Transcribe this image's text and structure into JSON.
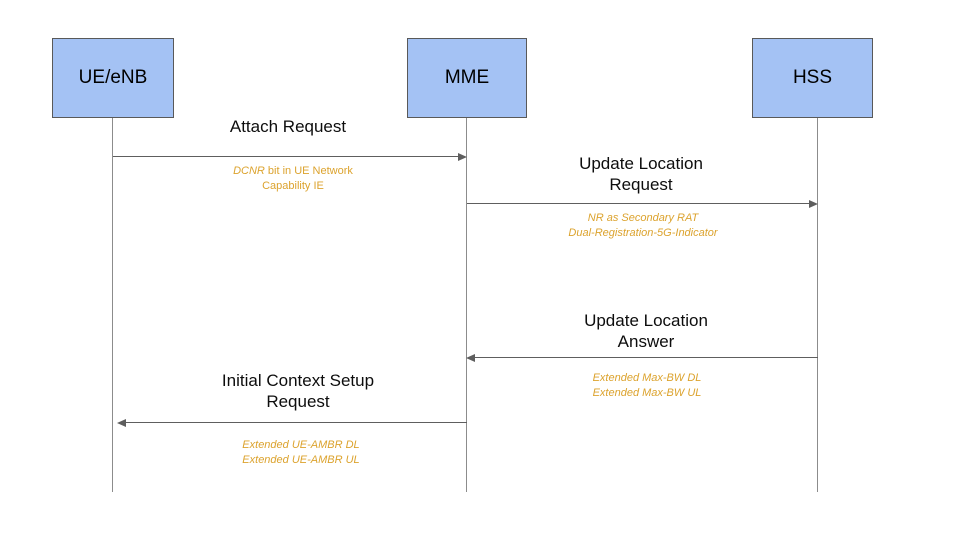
{
  "colors": {
    "background": "#ffffff",
    "entity_fill": "#A4C2F4",
    "entity_border": "#595959",
    "line": "#5e5e5e",
    "lifeline": "#8c8c8c",
    "annotation": "#DCA32E",
    "label_text": "#0d0d0d"
  },
  "entities": [
    {
      "label": "UE/eNB"
    },
    {
      "label": "MME"
    },
    {
      "label": "HSS"
    }
  ],
  "messages": [
    {
      "label_lines": [
        "Attach Request"
      ],
      "from": "UE/eNB",
      "to": "MME",
      "direction": "right",
      "note": {
        "line1_italic": "DCNR",
        "line1_regular": " bit in UE Network",
        "line2": "Capability IE"
      }
    },
    {
      "label_lines": [
        "Update Location",
        "Request"
      ],
      "from": "MME",
      "to": "HSS",
      "direction": "right",
      "note_lines": [
        "NR as Secondary RAT",
        "Dual-Registration-5G-Indicator"
      ]
    },
    {
      "label_lines": [
        "Update Location",
        "Answer"
      ],
      "from": "HSS",
      "to": "MME",
      "direction": "left",
      "note_lines": [
        "Extended Max-BW DL",
        "Extended Max-BW UL"
      ]
    },
    {
      "label_lines": [
        "Initial Context Setup",
        "Request"
      ],
      "from": "MME",
      "to": "UE/eNB",
      "direction": "left",
      "note_lines": [
        "Extended UE-AMBR DL",
        "Extended UE-AMBR UL"
      ]
    }
  ]
}
